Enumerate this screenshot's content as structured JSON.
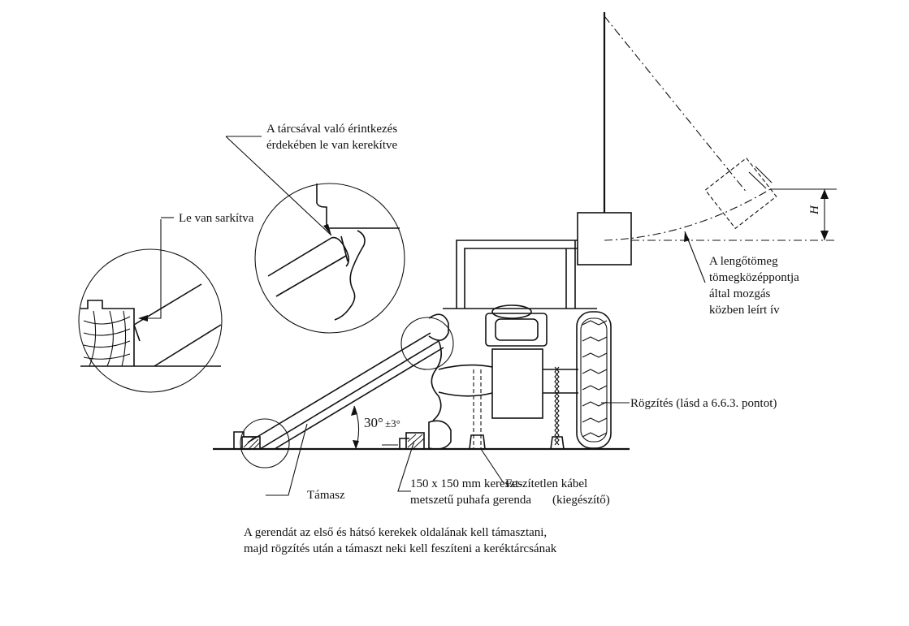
{
  "labels": {
    "rounded_line1": "A tárcsával való érintkezés",
    "rounded_line2": "érdekében le van kerekítve",
    "chamfered": "Le van sarkítva",
    "pendulum_line1": "A lengőtömeg",
    "pendulum_line2": "tömegközéppontja",
    "pendulum_line3": "által mozgás",
    "pendulum_line4": "közben leírt ív",
    "fixing": "Rögzítés (lásd a 6.6.3. pontot)",
    "prop": "Támasz",
    "beam_line1": "150 x 150 mm kereszt-",
    "beam_line2": "metszetű puhafa gerenda",
    "cable_line1": "Feszítetlen kábel",
    "cable_line2": "(kiegészítő)",
    "note_line1": "A gerendát az első és hátsó kerekek oldalának kell támasztani,",
    "note_line2": "majd rögzítés után a támaszt neki kell feszíteni a keréktárcsának",
    "angle": "30°",
    "angle_tol": "±3°",
    "height": "H"
  }
}
